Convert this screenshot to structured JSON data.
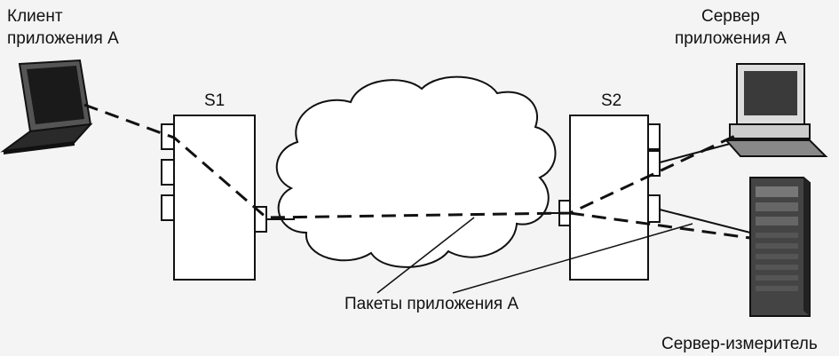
{
  "labels": {
    "client": [
      "Клиент",
      "приложения А"
    ],
    "server": [
      "Сервер",
      "приложения А"
    ],
    "switch1": "S1",
    "switch2": "S2",
    "packets": "Пакеты приложения А",
    "meter": "Сервер-измеритель"
  },
  "colors": {
    "background": "#f4f4f4",
    "line": "#111111",
    "device_fill": "#ffffff"
  }
}
